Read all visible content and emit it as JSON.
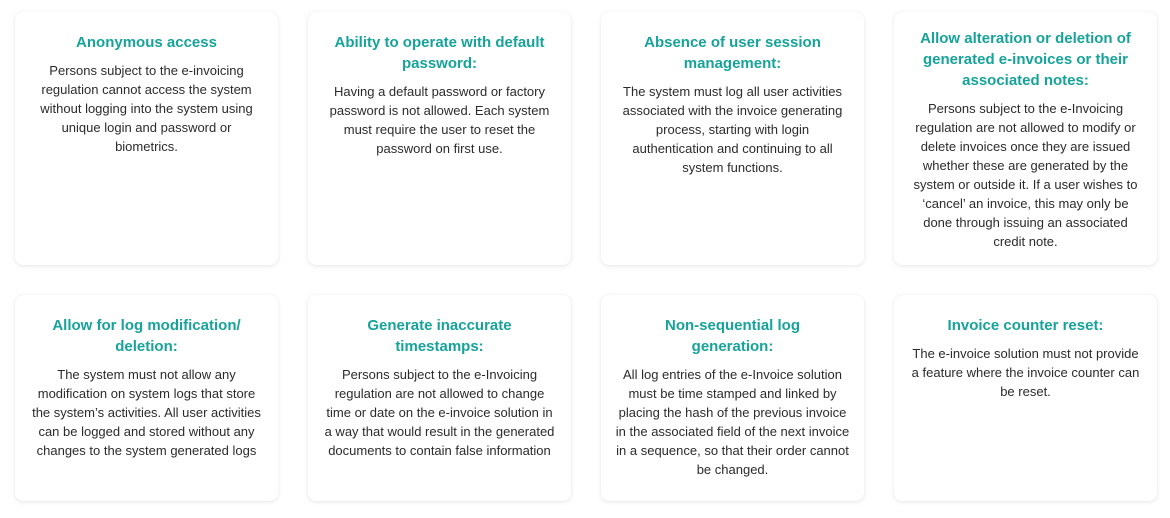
{
  "cards": [
    {
      "title": "Anonymous access",
      "body": "Persons subject to the e-invoicing regulation cannot access the system without logging into the system using unique login and password or biometrics."
    },
    {
      "title": "Ability to operate with default password:",
      "body": "Having a default password or factory password is not allowed. Each system must require the user to reset the password on first use."
    },
    {
      "title": "Absence of user session management:",
      "body": "The system must log all user activities associated with the invoice generating process, starting with login authentication and continuing to all system functions."
    },
    {
      "title": "Allow alteration or deletion of generated e-invoices or their associated notes:",
      "body": "Persons subject to the e-Invoicing regulation are not allowed to modify or delete invoices once they are issued whether these are generated by the system or outside it. If a user wishes to ‘cancel’ an invoice, this may only be done through issuing an associated credit note."
    },
    {
      "title": "Allow for log modification/ deletion:",
      "body": "The system must not allow any modification on system logs that store the system’s activities. All user activities can be logged and stored without any changes to the system generated logs"
    },
    {
      "title": "Generate inaccurate timestamps:",
      "body": "Persons subject to the e-Invoicing regulation are not allowed to change time or date on the e-invoice solution in a way that would result in the generated documents to contain false information"
    },
    {
      "title": "Non-sequential log generation:",
      "body": "All log entries of the e-Invoice solution must be time stamped and linked by placing the hash of the previous invoice in the associated field of the next invoice in a sequence, so that their order cannot be changed."
    },
    {
      "title": "Invoice counter reset:",
      "body": "The e-invoice solution must not provide a feature where the invoice counter can be reset."
    }
  ],
  "colors": {
    "title": "#16a39a",
    "body": "#2b2b2b",
    "card_background": "#ffffff"
  }
}
